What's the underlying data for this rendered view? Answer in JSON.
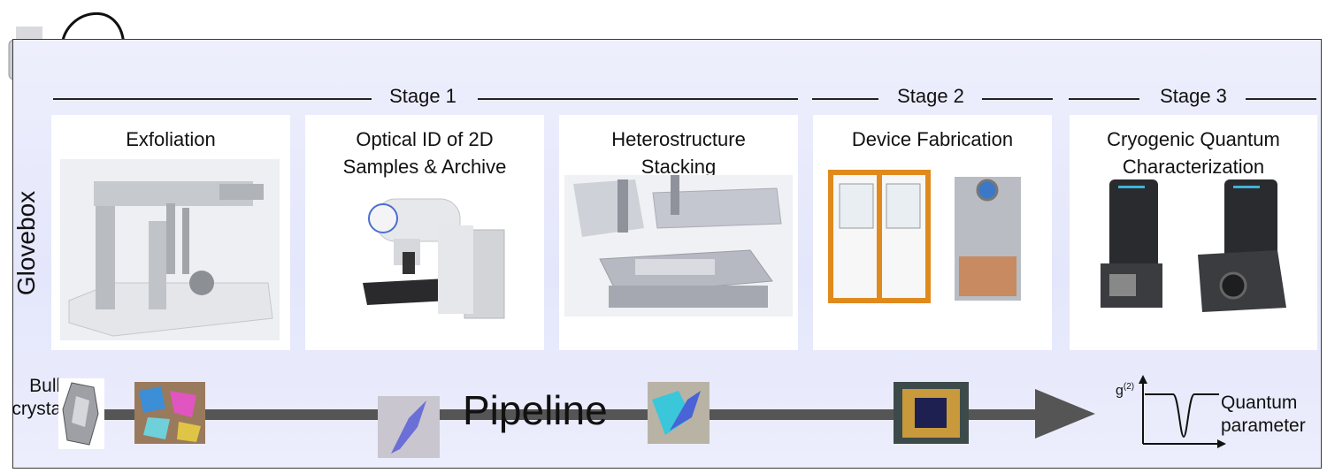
{
  "container": {
    "label": "Glovebox"
  },
  "stages": [
    {
      "label": "Stage 1"
    },
    {
      "label": "Stage 2"
    },
    {
      "label": "Stage 3"
    }
  ],
  "panels": [
    {
      "title_lines": [
        "Exfoliation"
      ]
    },
    {
      "title_lines": [
        "Optical ID of 2D",
        "Samples & Archive"
      ]
    },
    {
      "title_lines": [
        "Heterostructure",
        "Stacking"
      ]
    },
    {
      "title_lines": [
        "Device Fabrication"
      ]
    },
    {
      "title_lines": [
        "Cryogenic Quantum",
        "Characterization"
      ]
    }
  ],
  "pipeline": {
    "label": "Pipeline",
    "start_label_lines": [
      "Bulk",
      "crystal"
    ],
    "end_label_lines": [
      "Quantum",
      "parameter"
    ],
    "plot_label": "g",
    "plot_label_sup": "(2)"
  },
  "colors": {
    "frame": "#3a3a3a",
    "background": "#e8e9fc",
    "arrow": "#555555",
    "flake": "#6b6fd6"
  }
}
